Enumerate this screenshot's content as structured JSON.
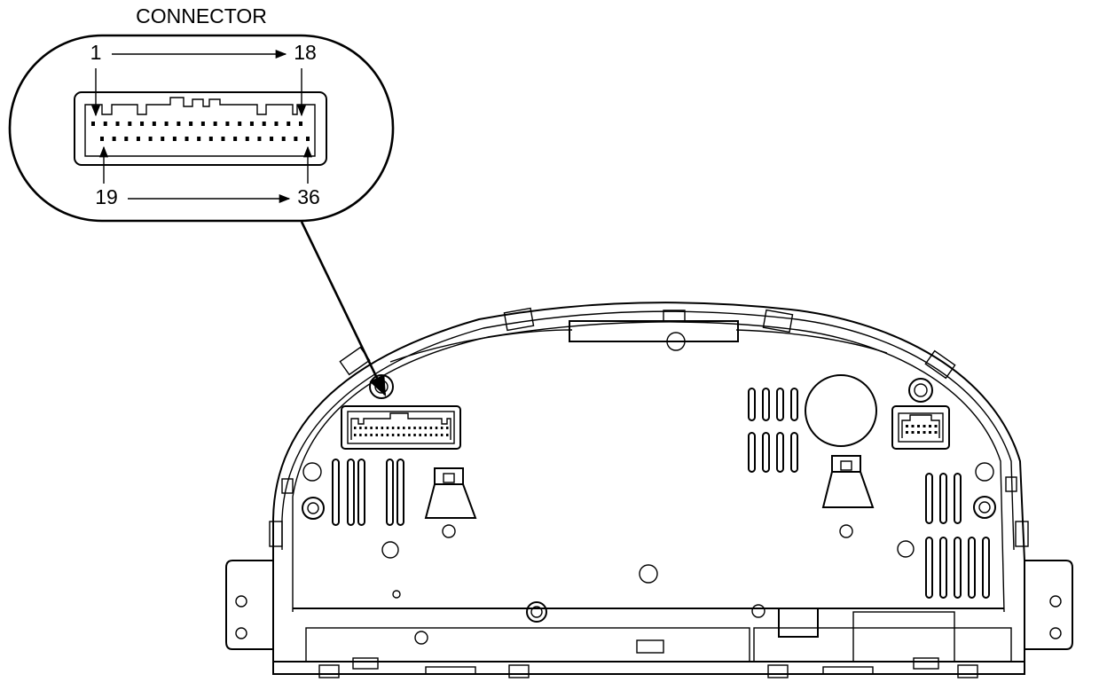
{
  "connector": {
    "title": "CONNECTOR",
    "pin_start_top": "1",
    "pin_end_top": "18",
    "pin_start_bottom": "19",
    "pin_end_bottom": "36",
    "top_row_pins": 18,
    "bottom_row_pins": 18
  },
  "colors": {
    "line": "#000000",
    "background": "#ffffff"
  }
}
